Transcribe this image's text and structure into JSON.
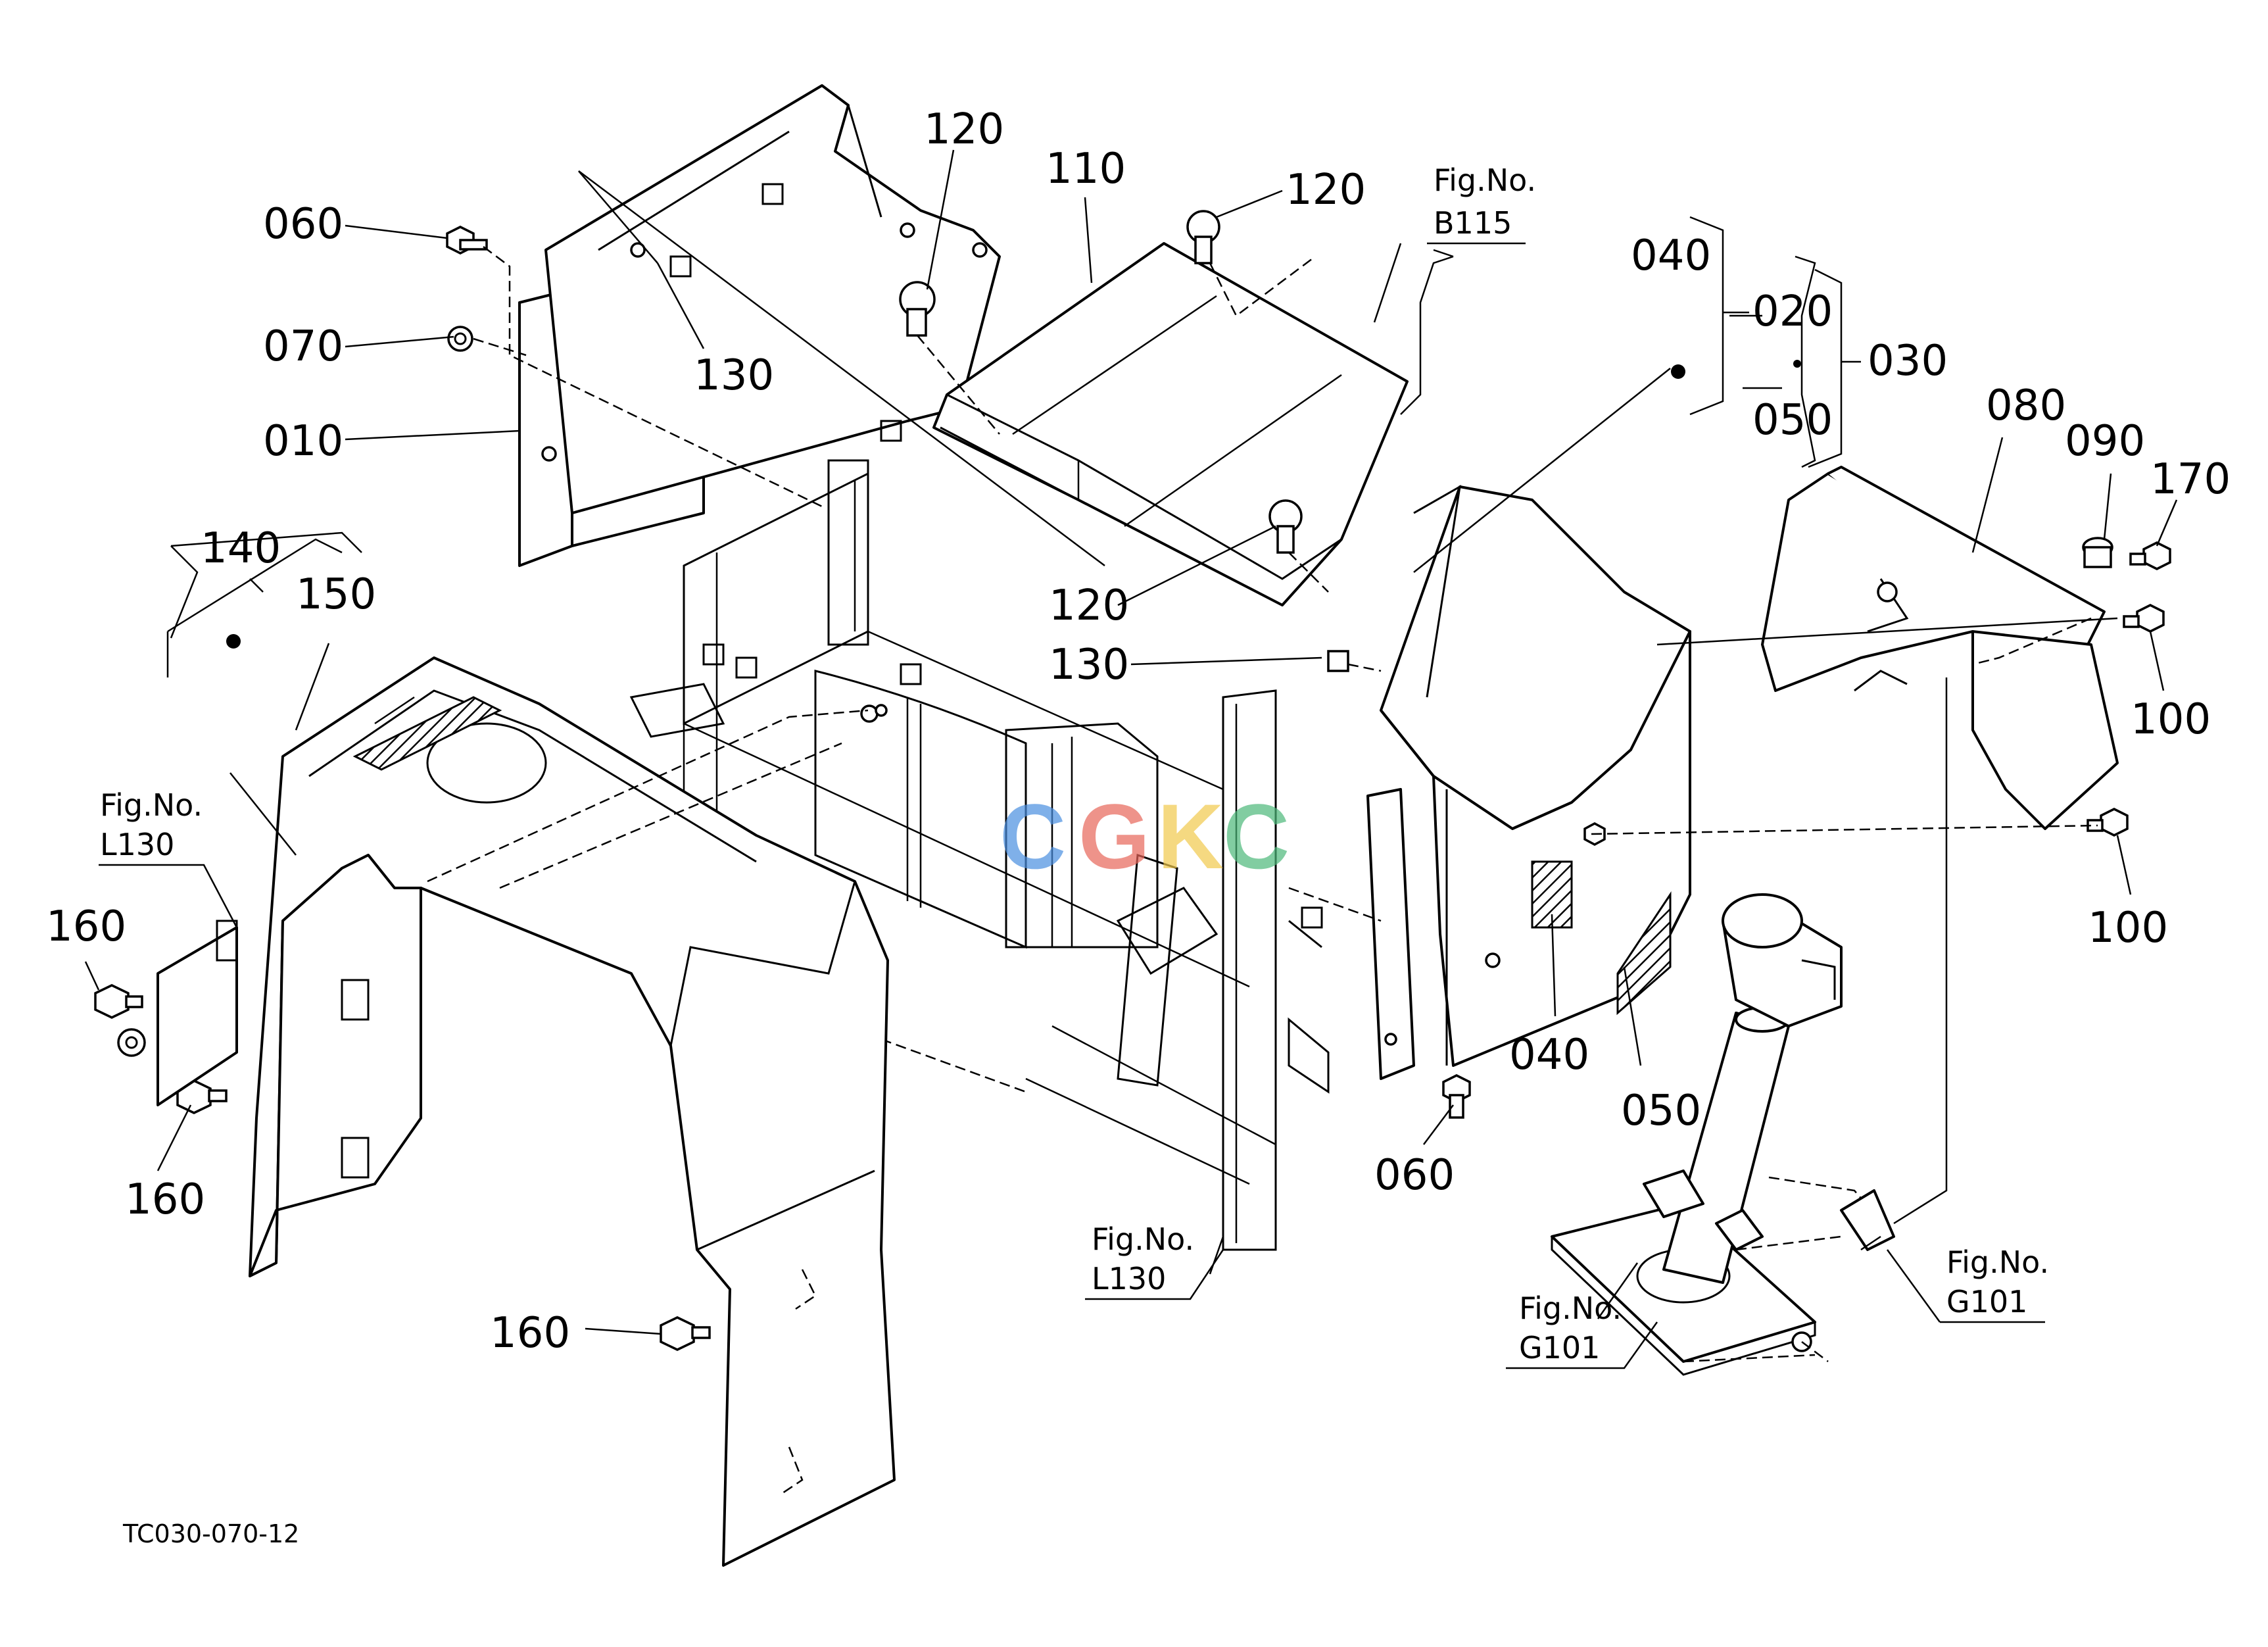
{
  "diagram": {
    "part_numbers": {
      "p010": "010",
      "p020": "020",
      "p030": "030",
      "p040_top": "040",
      "p040_low": "040",
      "p050_top": "050",
      "p050_low": "050",
      "p060_top": "060",
      "p060_low": "060",
      "p070": "070",
      "p080": "080",
      "p090": "090",
      "p100_a": "100",
      "p100_b": "100",
      "p110": "110",
      "p120_a": "120",
      "p120_b": "120",
      "p120_c": "120",
      "p130_a": "130",
      "p130_b": "130",
      "p140": "140",
      "p150": "150",
      "p160_a": "160",
      "p160_b": "160",
      "p160_c": "160",
      "p170": "170",
      "bullet": "•"
    },
    "figure_refs": {
      "b115": {
        "line1": "Fig.No.",
        "line2": "B115"
      },
      "l130_left": {
        "line1": "Fig.No.",
        "line2": "L130"
      },
      "l130_mid": {
        "line1": "Fig.No.",
        "line2": "L130"
      },
      "g101_left": {
        "line1": "Fig.No.",
        "line2": "G101"
      },
      "g101_right": {
        "line1": "Fig.No.",
        "line2": "G101"
      }
    },
    "drawing_code": "TC030-070-12",
    "watermark": {
      "letters": [
        "C",
        "G",
        "K",
        "C"
      ],
      "colors": [
        "#4a8fe0",
        "#e8665a",
        "#f2c94c",
        "#4cb87a"
      ]
    }
  }
}
